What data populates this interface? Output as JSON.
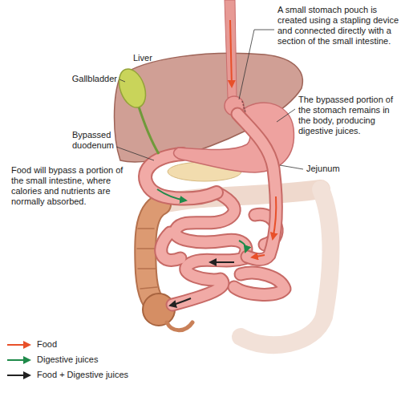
{
  "diagram": {
    "labels": [
      "A small stomach pouch is created using a stapling device and connected directly with a section of the small intestine.",
      "Liver",
      "Gallbladder",
      "The bypassed portion of the stomach remains in the body, producing digestive juices.",
      "Bypassed duodenum",
      "Jejunum",
      "Food will bypass a portion of the small intestine, where calories and nutrients are normally absorbed."
    ],
    "legend": [
      {
        "text": "Food"
      },
      {
        "text": "Digestive juices"
      },
      {
        "text": "Food + Digestive juices"
      }
    ]
  }
}
